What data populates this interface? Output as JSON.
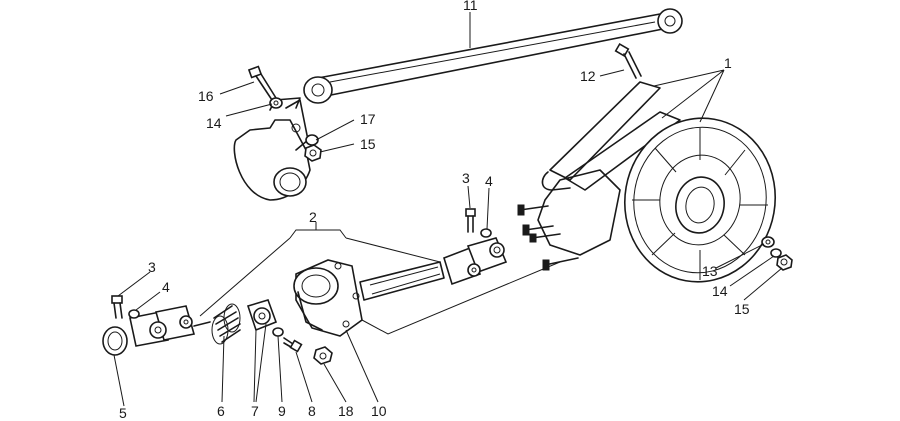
{
  "diagram": {
    "callouts": {
      "c1": "1",
      "c2": "2",
      "c3a": "3",
      "c3b": "3",
      "c4a": "4",
      "c4b": "4",
      "c5": "5",
      "c6": "6",
      "c7": "7",
      "c8": "8",
      "c9": "9",
      "c10": "10",
      "c11": "11",
      "c12": "12",
      "c13": "13",
      "c14a": "14",
      "c14b": "14",
      "c15a": "15",
      "c15b": "15",
      "c16": "16",
      "c17": "17",
      "c18": "18"
    }
  }
}
